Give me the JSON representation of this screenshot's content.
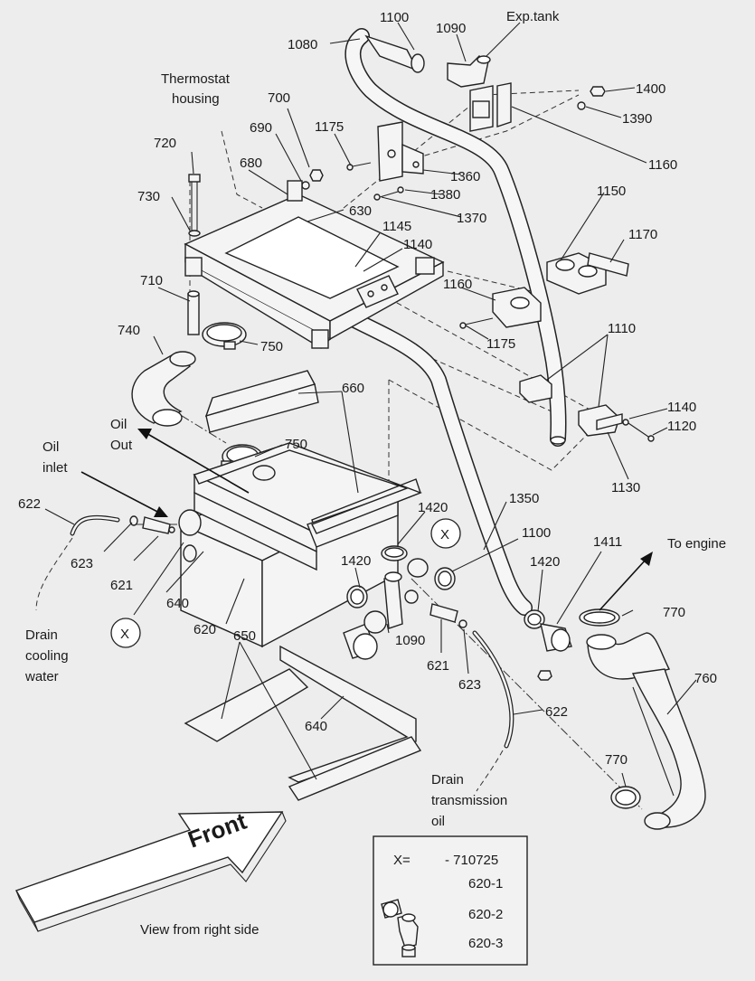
{
  "labels": {
    "p1100a": "1100",
    "p1090a": "1090",
    "exp_tank": "Exp.tank",
    "p1080": "1080",
    "thermostat_line1": "Thermostat",
    "thermostat_line2": "housing",
    "p700": "700",
    "p1400": "1400",
    "p1390": "1390",
    "p690": "690",
    "p1175a": "1175",
    "p720": "720",
    "p680": "680",
    "p1160a": "1160",
    "p1360": "1360",
    "p730": "730",
    "p1380": "1380",
    "p1150": "1150",
    "p630": "630",
    "p1370": "1370",
    "p1145": "1145",
    "p1140a": "1140",
    "p1170": "1170",
    "p710": "710",
    "p1160b": "1160",
    "p1175b": "1175",
    "p1110": "1110",
    "p740": "740",
    "p750a": "750",
    "p660": "660",
    "p1140b": "1140",
    "p1120": "1120",
    "oil_out_line1": "Oil",
    "oil_out_line2": "Out",
    "p750b": "750",
    "oil_inlet_line1": "Oil",
    "oil_inlet_line2": "inlet",
    "p1130": "1130",
    "p622a": "622",
    "p1420a": "1420",
    "p1350": "1350",
    "x_a": "X",
    "p1100b": "1100",
    "p1411": "1411",
    "to_engine": "To engine",
    "p623a": "623",
    "p1420b": "1420",
    "p1420c": "1420",
    "p621a": "621",
    "p640a": "640",
    "p770a": "770",
    "x_b": "X",
    "p620": "620",
    "p1090b": "1090",
    "p621b": "621",
    "p623b": "623",
    "p650": "650",
    "p760": "760",
    "drain_cooling_line1": "Drain",
    "drain_cooling_line2": "cooling",
    "drain_cooling_line3": "water",
    "p622b": "622",
    "p640b": "640",
    "p770b": "770",
    "drain_trans_line1": "Drain",
    "drain_trans_line2": "transmission",
    "drain_trans_line3": "oil",
    "front": "Front",
    "view_caption": "View from right side"
  },
  "legend_box": {
    "x_eq": "X=",
    "code": "- 710725",
    "item1": "620-1",
    "item2": "620-2",
    "item3": "620-3"
  }
}
